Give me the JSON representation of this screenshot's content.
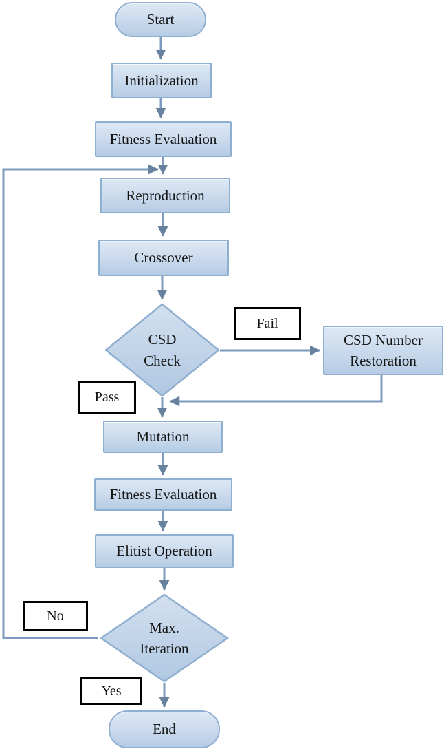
{
  "diagram": {
    "type": "flowchart",
    "topic": "Genetic algorithm with CSD check flow",
    "colors": {
      "node_fill_top": "#dde8f4",
      "node_fill_bottom": "#b6cce4",
      "node_border": "#8fafd1",
      "connector_line": "#7d9bbe",
      "arrowhead": "#66829f",
      "edge_label_border": "#000000",
      "edge_label_fill": "#ffffff",
      "text": "#141414"
    },
    "nodes": {
      "start": {
        "label": "Start",
        "shape": "stadium"
      },
      "initialization": {
        "label": "Initialization",
        "shape": "rect"
      },
      "fitness_evaluation_1": {
        "label": "Fitness Evaluation",
        "shape": "rect"
      },
      "reproduction": {
        "label": "Reproduction",
        "shape": "rect"
      },
      "crossover": {
        "label": "Crossover",
        "shape": "rect"
      },
      "csd_check": {
        "line1": "CSD",
        "line2": "Check",
        "shape": "diamond"
      },
      "csd_number_restoration": {
        "line1": "CSD Number",
        "line2": "Restoration",
        "shape": "rect"
      },
      "mutation": {
        "label": "Mutation",
        "shape": "rect"
      },
      "fitness_evaluation_2": {
        "label": "Fitness Evaluation",
        "shape": "rect"
      },
      "elitist_operation": {
        "label": "Elitist Operation",
        "shape": "rect"
      },
      "max_iteration": {
        "line1": "Max.",
        "line2": "Iteration",
        "shape": "diamond"
      },
      "end": {
        "label": "End",
        "shape": "stadium"
      }
    },
    "edge_labels": {
      "fail": "Fail",
      "pass": "Pass",
      "no": "No",
      "yes": "Yes"
    },
    "edges": [
      "Start -> Initialization",
      "Initialization -> Fitness Evaluation",
      "Fitness Evaluation -> Reproduction",
      "Reproduction -> Crossover",
      "Crossover -> CSD Check",
      "CSD Check -(Fail)-> CSD Number Restoration",
      "CSD Number Restoration -> Mutation (rejoin below CSD Check)",
      "CSD Check -(Pass)-> Mutation",
      "Mutation -> Fitness Evaluation",
      "Fitness Evaluation -> Elitist Operation",
      "Elitist Operation -> Max. Iteration",
      "Max. Iteration -(No)-> Reproduction (loop back on left side)",
      "Max. Iteration -(Yes)-> End"
    ]
  }
}
